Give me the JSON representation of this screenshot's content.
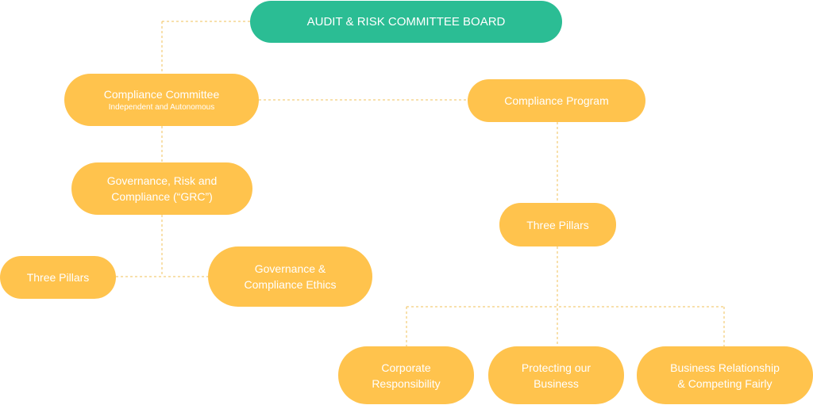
{
  "colors": {
    "root": "#2bbd94",
    "node": "#ffc34d",
    "connector": "#f2c15a"
  },
  "root": {
    "label": "AUDIT & RISK COMMITTEE BOARD"
  },
  "compliance_committee": {
    "label": "Compliance Committee",
    "sub": "Independent and Autonomous"
  },
  "compliance_program": {
    "label": "Compliance Program"
  },
  "grc": {
    "label": "Governance, Risk and\nCompliance (“GRC”)"
  },
  "left_pillars": {
    "label": "Three Pillars"
  },
  "gov_ethics": {
    "label": "Governance &\nCompliance Ethics"
  },
  "right_pillars": {
    "label": "Three Pillars"
  },
  "pillars": [
    {
      "label": "Corporate\nResponsibility"
    },
    {
      "label": "Protecting our\nBusiness"
    },
    {
      "label": "Business Relationship\n& Competing Fairly"
    }
  ]
}
